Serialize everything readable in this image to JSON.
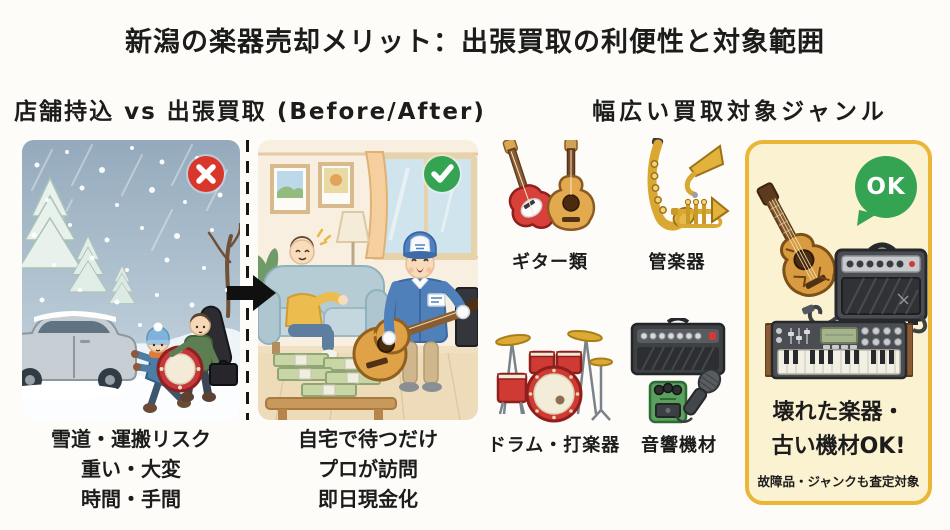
{
  "title": "新潟の楽器売却メリット：出張買取の利便性と対象範囲",
  "comparison": {
    "heading": "店舗持込 vs 出張買取 (Before/After)",
    "before": {
      "caption_lines": [
        "雪道・運搬リスク",
        "重い・大変",
        "時間・手間"
      ]
    },
    "after": {
      "caption_lines": [
        "自宅で待つだけ",
        "プロが訪問",
        "即日現金化"
      ]
    }
  },
  "genres": {
    "heading": "幅広い買取対象ジャンル",
    "items": [
      {
        "label": "ギター類"
      },
      {
        "label": "管楽器"
      },
      {
        "label": "ドラム・打楽器"
      },
      {
        "label": "音響機材"
      }
    ],
    "highlight": {
      "badge_label": "OK",
      "title_lines": [
        "壊れた楽器・",
        "古い機材OK!"
      ],
      "subtitle": "故障品・ジャンクも査定対象"
    }
  },
  "icons": {
    "ng_badge": "red-circle-x",
    "ok_badge": "green-circle-check",
    "transition_arrow": "right-arrow",
    "ok_bubble": "green-speech-bubble"
  },
  "colors": {
    "background": "#FDFCF8",
    "text": "#1C1C1C",
    "ng_red": "#D9372C",
    "ok_green": "#35A452",
    "highlight_border": "#EBB637",
    "highlight_bg": "#FBF2D2"
  }
}
